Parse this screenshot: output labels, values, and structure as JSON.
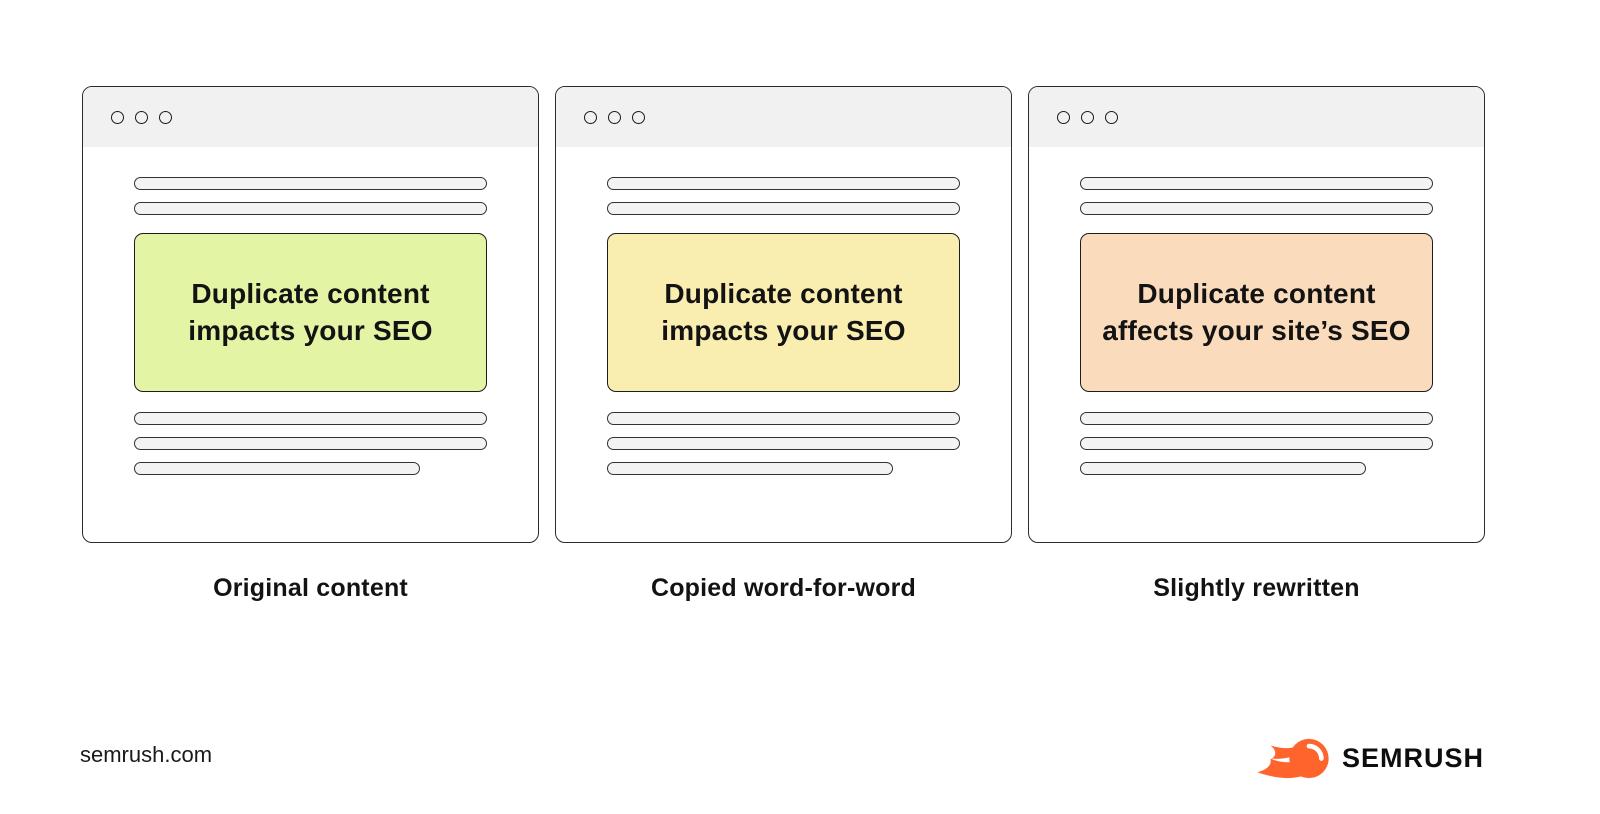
{
  "windows": [
    {
      "label": "Original content",
      "box_text": "Duplicate content impacts your SEO",
      "box_color": "#e3f5a4"
    },
    {
      "label": "Copied word-for-word",
      "box_text": "Duplicate content impacts your SEO",
      "box_color": "#faedb0"
    },
    {
      "label": "Slightly rewritten",
      "box_text": "Duplicate content affects your site’s SEO",
      "box_color": "#fadcbc"
    }
  ],
  "footer": {
    "site_text": "semrush.com",
    "brand_name": "SEMRUSH",
    "brand_color": "#ff642d"
  }
}
